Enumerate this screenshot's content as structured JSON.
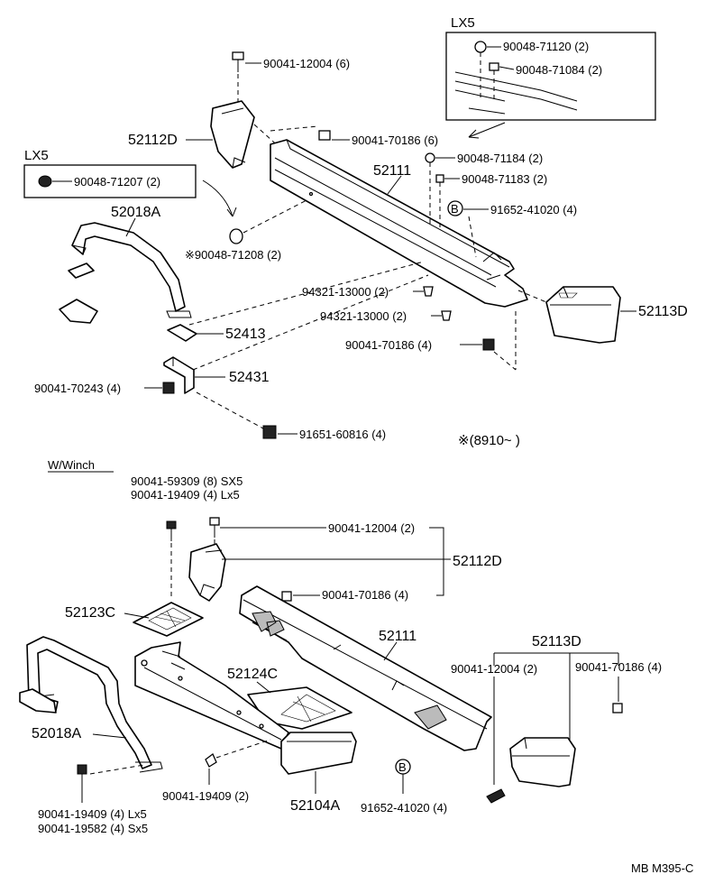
{
  "top": {
    "lx5_box_label": "LX5",
    "lx5_box_part_1": "90048-71120 (2)",
    "lx5_box_part_2": "90048-71084 (2)",
    "bolt_top": "90041-12004 (6)",
    "guard_left": "52112D",
    "nut_1": "90041-70186 (6)",
    "clip_1": "90048-71184 (2)",
    "clip_2": "90048-71183 (2)",
    "bumper_bar": "52111",
    "lx5_left_label": "LX5",
    "lx5_left_part": "90048-71207 (2)",
    "b_mark": "B",
    "b_part": "91652-41020 (4)",
    "guard_pipe": "52018A",
    "clip_3": "※90048-71208 (2)",
    "cushion_1": "94321-13000 (2)",
    "cushion_2": "94321-13000 (2)",
    "guard_right": "52113D",
    "nut_2": "90041-70186 (4)",
    "plate": "52413",
    "bracket": "52431",
    "nut_3": "90041-70243 (4)",
    "bolt_bottom": "91651-60816 (4)",
    "date_note": "※(8910~        )"
  },
  "bottom": {
    "section_title": "W/Winch",
    "bolt_sx5": "90041-59309 (8) SX5",
    "bolt_lx5": "90041-19409 (4) Lx5",
    "bolt_top": "90041-12004 (2)",
    "guard_left": "52112D",
    "nut_1": "90041-70186 (4)",
    "plate": "52123C",
    "bumper_bar": "52111",
    "guard_right": "52113D",
    "bolt_right": "90041-12004 (2)",
    "nut_right": "90041-70186 (4)",
    "plate_2": "52124C",
    "guard_pipe": "52018A",
    "b_mark": "B",
    "bolt_mid": "90041-19409 (2)",
    "bumper_lower": "52104A",
    "b_part": "91652-41020 (4)",
    "bolt_sx5_2": "90041-19582 (4) Sx5"
  },
  "footer": {
    "figure_code": "MB M395-C"
  }
}
